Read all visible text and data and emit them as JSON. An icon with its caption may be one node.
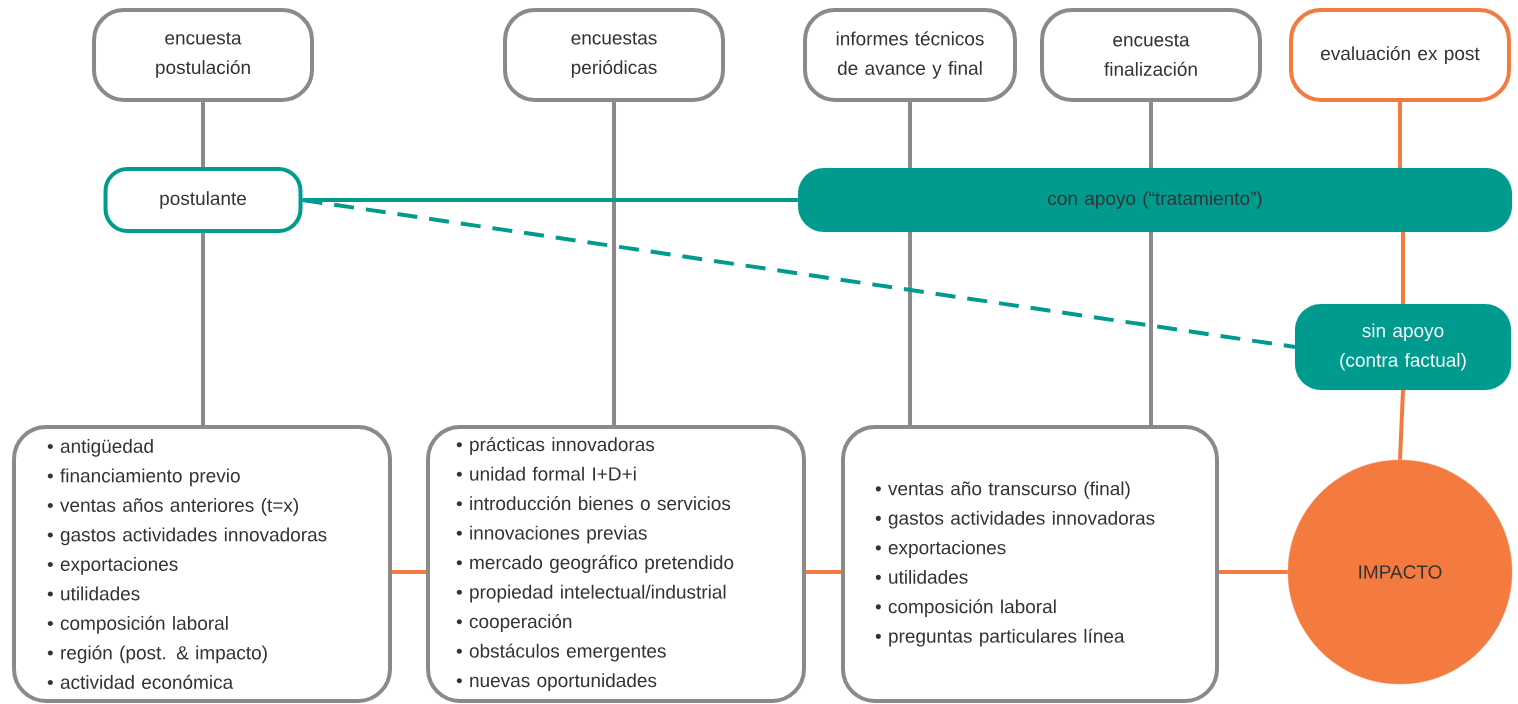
{
  "diagram": {
    "nodes": [
      {
        "text": [
          "encuesta postulación"
        ]
      },
      {
        "text": [
          "encuestas periódicas"
        ]
      },
      {
        "text": [
          "informes técnicos de avance y final"
        ]
      },
      {
        "text": [
          "encuesta finalización"
        ]
      },
      {
        "text": [
          "evaluación ex post"
        ]
      },
      {
        "text": [
          "postulante"
        ]
      },
      {
        "text": [
          "con apoyo (“tratamiento”)"
        ]
      },
      {
        "text": [
          "sin apoyo (contra factual)"
        ]
      },
      {
        "text": [
          "• antigüedad",
          "• financiamiento previo",
          "• ventas años anteriores (t=x)",
          "• gastos actividades innovadoras",
          "• exportaciones",
          "• utilidades",
          "• composición laboral",
          "• región (post. & impacto)",
          "• actividad económica"
        ]
      },
      {
        "text": [
          "• prácticas innovadoras",
          "• unidad formal I+D+i",
          "• introducción bienes o servicios",
          "• innovaciones previas",
          "• mercado geográfico pretendido",
          "• propiedad intelectual/industrial",
          "• cooperación",
          "• obstáculos emergentes",
          "• nuevas oportunidades"
        ]
      },
      {
        "text": [
          "• ventas año transcurso (final)",
          "• gastos actividades innovadoras",
          "• exportaciones",
          "• utilidades",
          "• composición laboral",
          "• preguntas particulares línea"
        ]
      },
      {
        "text": [
          "IMPACTO"
        ]
      }
    ],
    "edges": [
      {
        "from": 0,
        "to": 5,
        "arrow": "none"
      },
      {
        "from": 5,
        "to": 8,
        "arrow": "none"
      },
      {
        "from": 1,
        "to": 9,
        "arrow": "none"
      },
      {
        "from": 2,
        "to": 6,
        "arrow": "none"
      },
      {
        "from": 6,
        "to": 10,
        "arrow": "none"
      },
      {
        "from": 3,
        "to": 6,
        "arrow": "none"
      },
      {
        "from": 6,
        "to": 10,
        "arrow": "none"
      },
      {
        "from": 4,
        "to": 6,
        "arrow": "none",
        "color": "#f47b3f"
      },
      {
        "from": 6,
        "to": 7,
        "arrow": "none",
        "color": "#f47b3f"
      },
      {
        "from": 7,
        "to": 11,
        "arrow": "none",
        "color": "#f47b3f"
      },
      {
        "from": 5,
        "to": 6,
        "arrow": "none",
        "color": "#009b8f"
      },
      {
        "from": 5,
        "to": 7,
        "arrow": "none",
        "style": "dashed",
        "color": "#009b8f"
      },
      {
        "from": 8,
        "to": 9,
        "arrow": "none",
        "color": "#f47b3f"
      },
      {
        "from": 9,
        "to": 10,
        "arrow": "none",
        "color": "#f47b3f"
      },
      {
        "from": 10,
        "to": 11,
        "arrow": "none",
        "color": "#f47b3f"
      }
    ]
  }
}
